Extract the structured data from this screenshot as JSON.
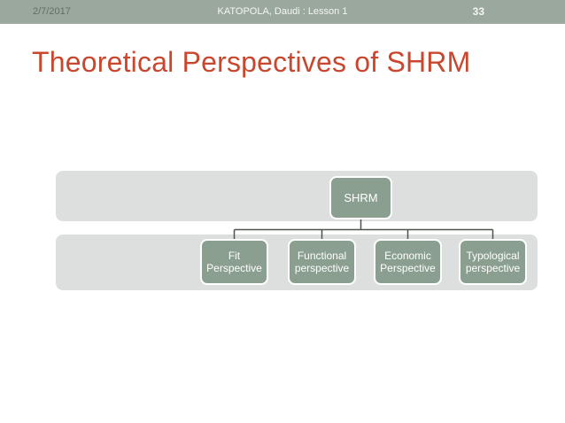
{
  "header": {
    "date": "2/7/2017",
    "title": "KATOPOLA, Daudi : Lesson 1",
    "page_number": "33"
  },
  "slide": {
    "title": "Theoretical Perspectives of SHRM"
  },
  "diagram": {
    "type": "org-chart",
    "root": {
      "label": "SHRM"
    },
    "children": [
      {
        "label": "Fit\nPerspective"
      },
      {
        "label": "Functional\nperspective"
      },
      {
        "label": "Economic\nPerspective"
      },
      {
        "label": "Typological\nperspective"
      }
    ]
  },
  "colors": {
    "header_bg": "#9BA89D",
    "header_date_text": "#646E66",
    "header_title_text": "#F4F6F4",
    "slide_title_text": "#C9472E",
    "band_bg": "#DCDFDE",
    "node_bg": "#8B9F90",
    "node_border": "#FFFFFF",
    "node_text": "#FFFFFF",
    "connector": "#4C544C"
  }
}
